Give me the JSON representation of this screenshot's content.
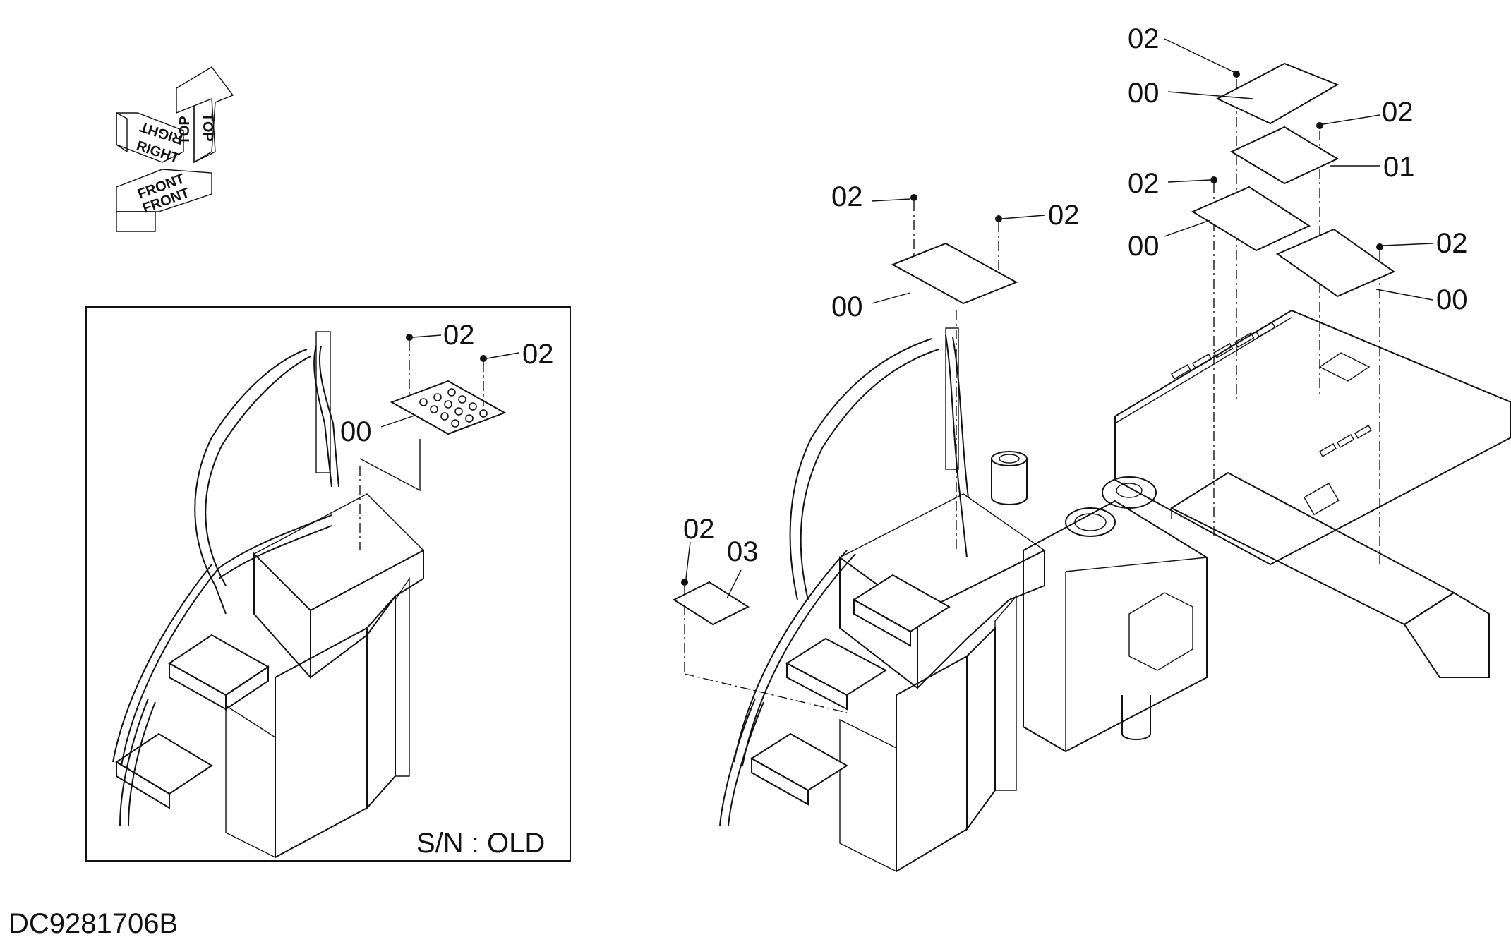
{
  "drawing": {
    "drawing_number": "DC9281706B",
    "inset_caption": "S/N : OLD",
    "orientation_labels": [
      "TOP",
      "RIGHT",
      "FRONT"
    ]
  },
  "inset_callouts": [
    "02",
    "02",
    "00"
  ],
  "main_callouts": [
    "02",
    "00",
    "02",
    "01",
    "02",
    "00",
    "02",
    "00",
    "02",
    "02",
    "00",
    "02",
    "03"
  ],
  "colors": {
    "line": "#111111",
    "background": "#ffffff"
  }
}
